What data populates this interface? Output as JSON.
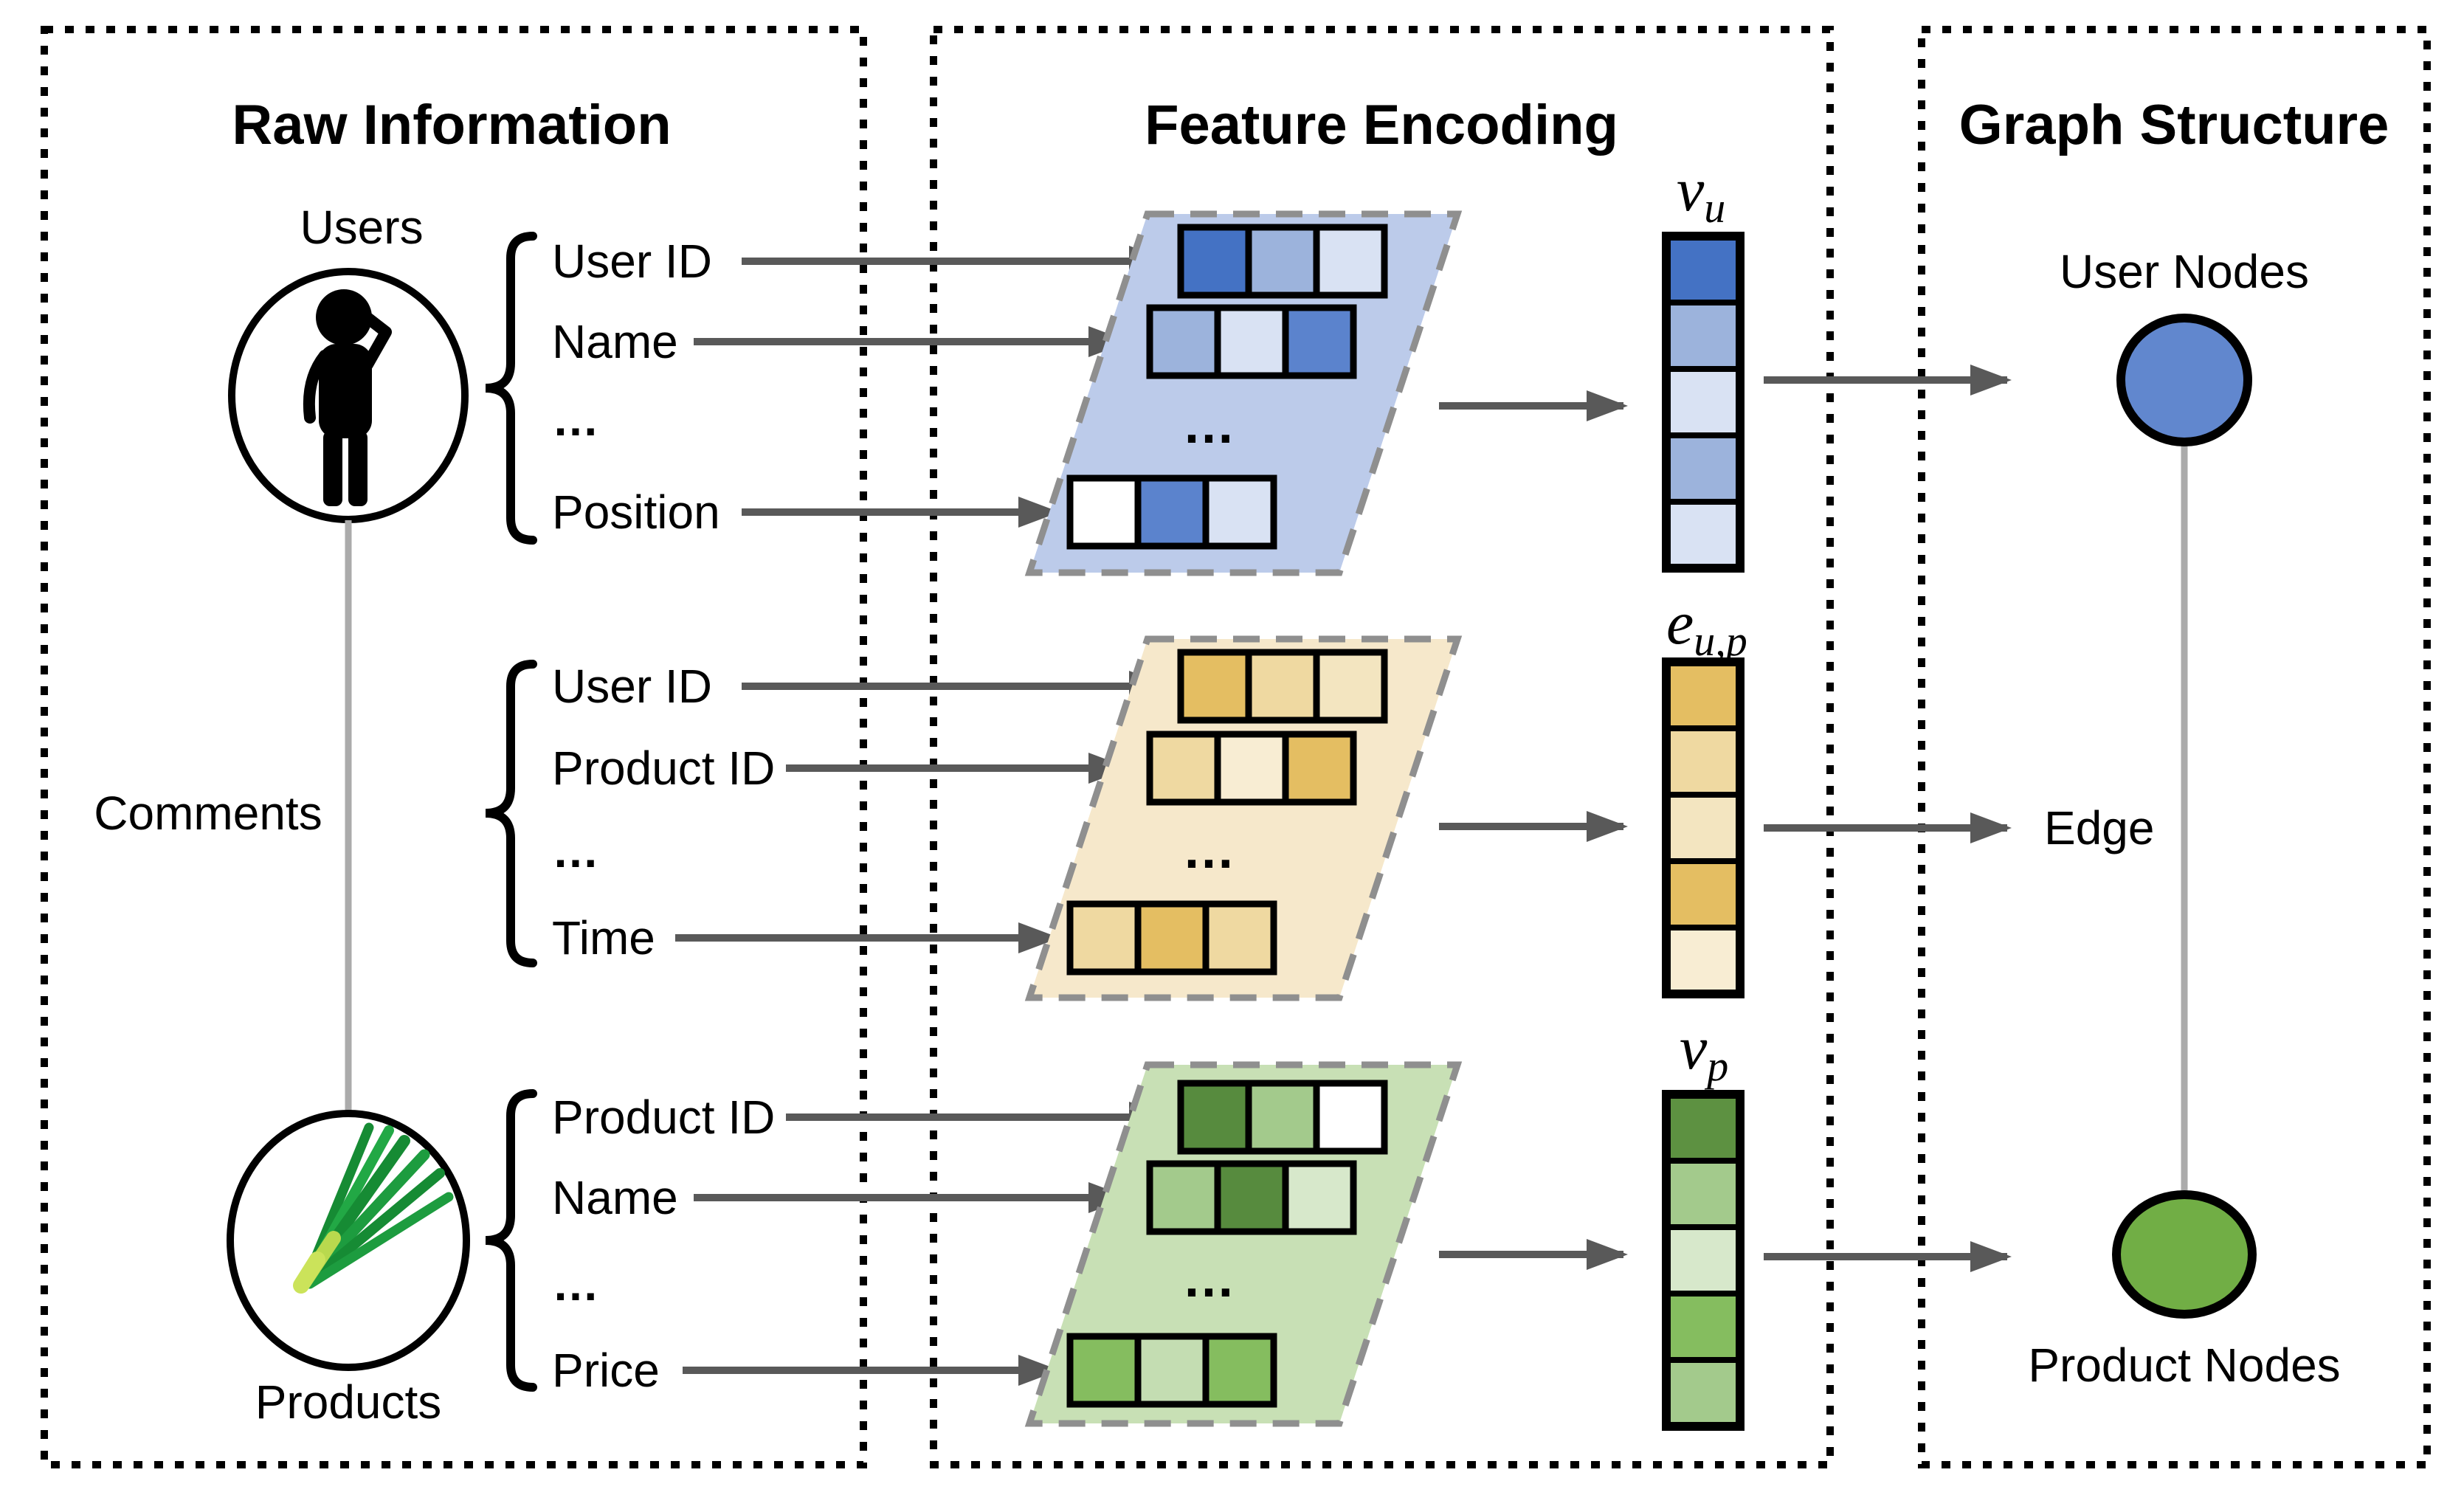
{
  "panels": {
    "raw": {
      "title": "Raw Information"
    },
    "encoding": {
      "title": "Feature Encoding"
    },
    "graph": {
      "title": "Graph Structure"
    }
  },
  "raw": {
    "users_label": "Users",
    "comments_label": "Comments",
    "products_label": "Products",
    "user_attributes": [
      "User ID",
      "Name",
      "…",
      "Position"
    ],
    "comment_attributes": [
      "User ID",
      "Product ID",
      "…",
      "Time"
    ],
    "product_attributes": [
      "Product ID",
      "Name",
      "…",
      "Price"
    ]
  },
  "encoding": {
    "ellipsis": "…",
    "user_matrix": {
      "bg": "#bccbea",
      "rows": [
        [
          "#4472c4",
          "#9cb3dc",
          "#d9e2f3"
        ],
        [
          "#9cb3dc",
          "#d9e2f3",
          "#5b83cd"
        ],
        [
          "#ffffff",
          "#5b83cd",
          "#d9e2f3"
        ]
      ]
    },
    "comment_matrix": {
      "bg": "#f6e8cb",
      "rows": [
        [
          "#e4be62",
          "#efd9a1",
          "#f3e5c0"
        ],
        [
          "#efd9a1",
          "#f8edd3",
          "#e4be62"
        ],
        [
          "#efd9a1",
          "#e4be62",
          "#efd9a1"
        ]
      ]
    },
    "product_matrix": {
      "bg": "#c8e0b5",
      "rows": [
        [
          "#578b3e",
          "#a3ca8c",
          "#ffffff"
        ],
        [
          "#a3ca8c",
          "#578b3e",
          "#d7e8cb"
        ],
        [
          "#85bd5f",
          "#c4ddb2",
          "#85bd5f"
        ]
      ]
    },
    "user_vector": {
      "symbol": "v",
      "subscript": "u",
      "cells": [
        "#4472c4",
        "#9cb3dc",
        "#d9e2f3",
        "#9cb3dc",
        "#d9e2f3"
      ]
    },
    "comment_vector": {
      "symbol": "e",
      "subscript": "u,p",
      "cells": [
        "#e4be62",
        "#efd9a1",
        "#f3e5c0",
        "#e4be62",
        "#f8edd3"
      ]
    },
    "product_vector": {
      "symbol": "v",
      "subscript": "p",
      "cells": [
        "#5d9141",
        "#a3ca8c",
        "#d7e8cb",
        "#85bd5f",
        "#a3ca8c"
      ]
    }
  },
  "graph": {
    "user_nodes_label": "User Nodes",
    "edge_label": "Edge",
    "product_nodes_label": "Product Nodes",
    "user_node_color": "#6187ce",
    "product_node_color": "#71ae45"
  }
}
